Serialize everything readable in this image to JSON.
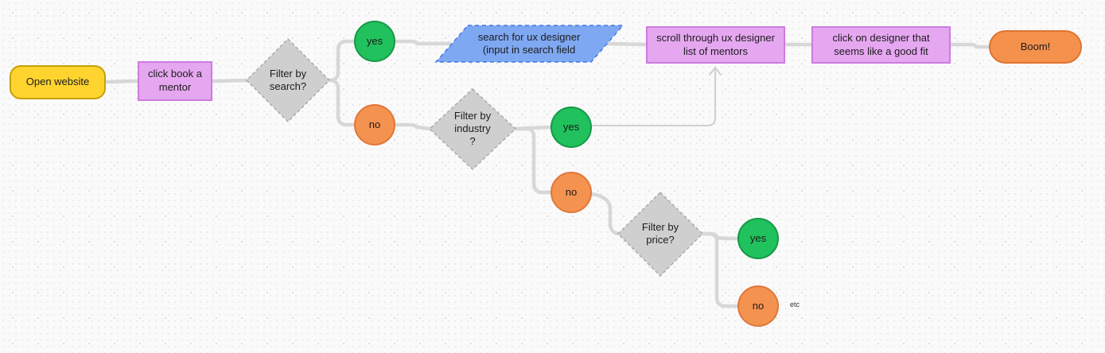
{
  "canvas": {
    "background": "#FAFAFA",
    "dot_color": "#E7E7E7",
    "connector_color": "#D7D7D7",
    "thin_arrow_color": "#CCCCCC"
  },
  "nodes": {
    "start": {
      "label": "Open website",
      "fill": "#FFD42E",
      "stroke": "#C7A007",
      "shape": "rounded-rectangle"
    },
    "book_mentor": {
      "label": "click book a\nmentor",
      "fill": "#E6A7F1",
      "stroke": "#CE7BE0",
      "shape": "rectangle"
    },
    "filter_search": {
      "label": "Filter by\nsearch?",
      "fill": "#CFCFCF",
      "stroke": "#ABABAB",
      "shape": "diamond"
    },
    "search_yes": {
      "label": "yes",
      "fill": "#21C15D",
      "stroke": "#149A47",
      "shape": "circle"
    },
    "search_no": {
      "label": "no",
      "fill": "#F4924F",
      "stroke": "#E0773B",
      "shape": "circle"
    },
    "search_field": {
      "label": "search for ux designer\n(input in search field",
      "fill": "#7FA8F2",
      "stroke": "#4478E8",
      "shape": "parallelogram"
    },
    "scroll_list": {
      "label": "scroll through ux designer\nlist of mentors",
      "fill": "#E6A7F1",
      "stroke": "#CE7BE0",
      "shape": "rectangle"
    },
    "click_designer": {
      "label": "click on designer that\nseems like a good fit",
      "fill": "#E6A7F1",
      "stroke": "#CE7BE0",
      "shape": "rectangle"
    },
    "boom": {
      "label": "Boom!",
      "fill": "#F4914C",
      "stroke": "#DE7430",
      "shape": "rounded-rectangle"
    },
    "filter_industry": {
      "label": "Filter by\nindustry\n?",
      "fill": "#CFCFCF",
      "stroke": "#ABABAB",
      "shape": "diamond"
    },
    "industry_yes": {
      "label": "yes",
      "fill": "#21C15D",
      "stroke": "#149A47",
      "shape": "circle"
    },
    "industry_no": {
      "label": "no",
      "fill": "#F4924F",
      "stroke": "#E0773B",
      "shape": "circle"
    },
    "filter_price": {
      "label": "Filter by\nprice?",
      "fill": "#CFCFCF",
      "stroke": "#ABABAB",
      "shape": "diamond"
    },
    "price_yes": {
      "label": "yes",
      "fill": "#21C15D",
      "stroke": "#149A47",
      "shape": "circle"
    },
    "price_no": {
      "label": "no",
      "fill": "#F4924F",
      "stroke": "#E0773B",
      "shape": "circle"
    }
  },
  "annotations": {
    "etc": "etc"
  }
}
